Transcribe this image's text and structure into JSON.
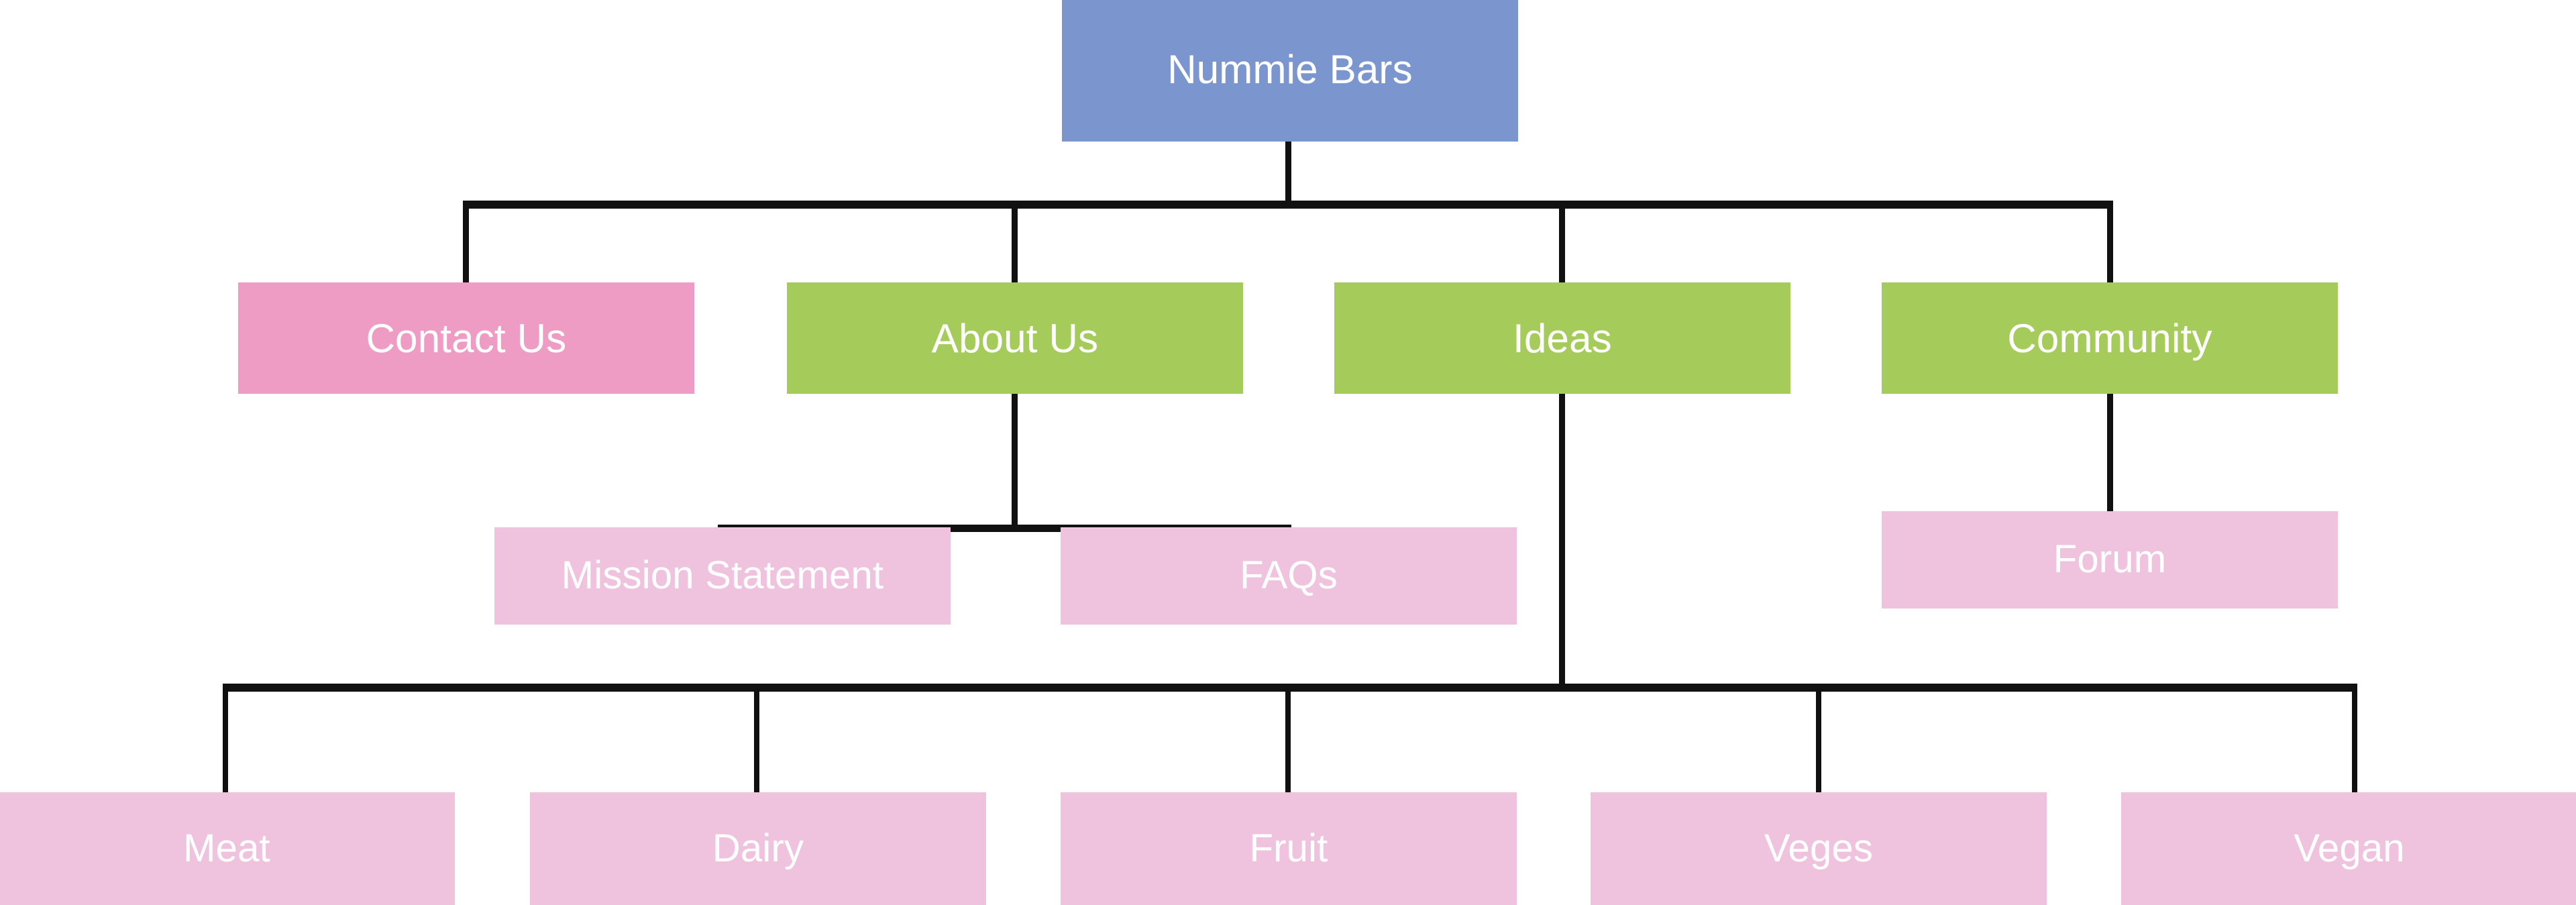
{
  "diagram": {
    "type": "site-map-tree",
    "title_node": "Nummie Bars",
    "background_color": "#FFFFFF",
    "connector_color": "#111111",
    "palette": {
      "root_blue": "#7B96CE",
      "pink_dark": "#EE9CC4",
      "green": "#A5CC5A",
      "pink_light": "#EFC3DE",
      "label_text": "#FFFFFF"
    },
    "levels": [
      {
        "level": 0,
        "nodes": [
          {
            "id": "nummie-bars",
            "label": "Nummie Bars",
            "color": "#7B96CE"
          }
        ]
      },
      {
        "level": 1,
        "nodes": [
          {
            "id": "contact-us",
            "label": "Contact Us",
            "color": "#EE9CC4"
          },
          {
            "id": "about-us",
            "label": "About Us",
            "color": "#A5CC5A"
          },
          {
            "id": "ideas",
            "label": "Ideas",
            "color": "#A5CC5A"
          },
          {
            "id": "community",
            "label": "Community",
            "color": "#A5CC5A"
          }
        ]
      },
      {
        "level": 2,
        "nodes": [
          {
            "id": "mission-statement",
            "label": "Mission Statement",
            "color": "#EFC3DE",
            "parent": "about-us"
          },
          {
            "id": "faqs",
            "label": "FAQs",
            "color": "#EFC3DE",
            "parent": "about-us"
          },
          {
            "id": "forum",
            "label": "Forum",
            "color": "#EFC3DE",
            "parent": "community"
          }
        ]
      },
      {
        "level": 3,
        "nodes": [
          {
            "id": "meat",
            "label": "Meat",
            "color": "#EFC3DE",
            "parent": "ideas"
          },
          {
            "id": "dairy",
            "label": "Dairy",
            "color": "#EFC3DE",
            "parent": "ideas"
          },
          {
            "id": "fruit",
            "label": "Fruit",
            "color": "#EFC3DE",
            "parent": "ideas"
          },
          {
            "id": "veges",
            "label": "Veges",
            "color": "#EFC3DE",
            "parent": "ideas"
          },
          {
            "id": "vegan",
            "label": "Vegan",
            "color": "#EFC3DE",
            "parent": "ideas"
          }
        ]
      }
    ]
  },
  "nodes": {
    "root": {
      "label": "Nummie Bars"
    },
    "contact_us": {
      "label": "Contact Us"
    },
    "about_us": {
      "label": "About Us"
    },
    "ideas": {
      "label": "Ideas"
    },
    "community": {
      "label": "Community"
    },
    "mission_statement": {
      "label": "Mission Statement"
    },
    "faqs": {
      "label": "FAQs"
    },
    "forum": {
      "label": "Forum"
    },
    "meat": {
      "label": "Meat"
    },
    "dairy": {
      "label": "Dairy"
    },
    "fruit": {
      "label": "Fruit"
    },
    "veges": {
      "label": "Veges"
    },
    "vegan": {
      "label": "Vegan"
    }
  }
}
